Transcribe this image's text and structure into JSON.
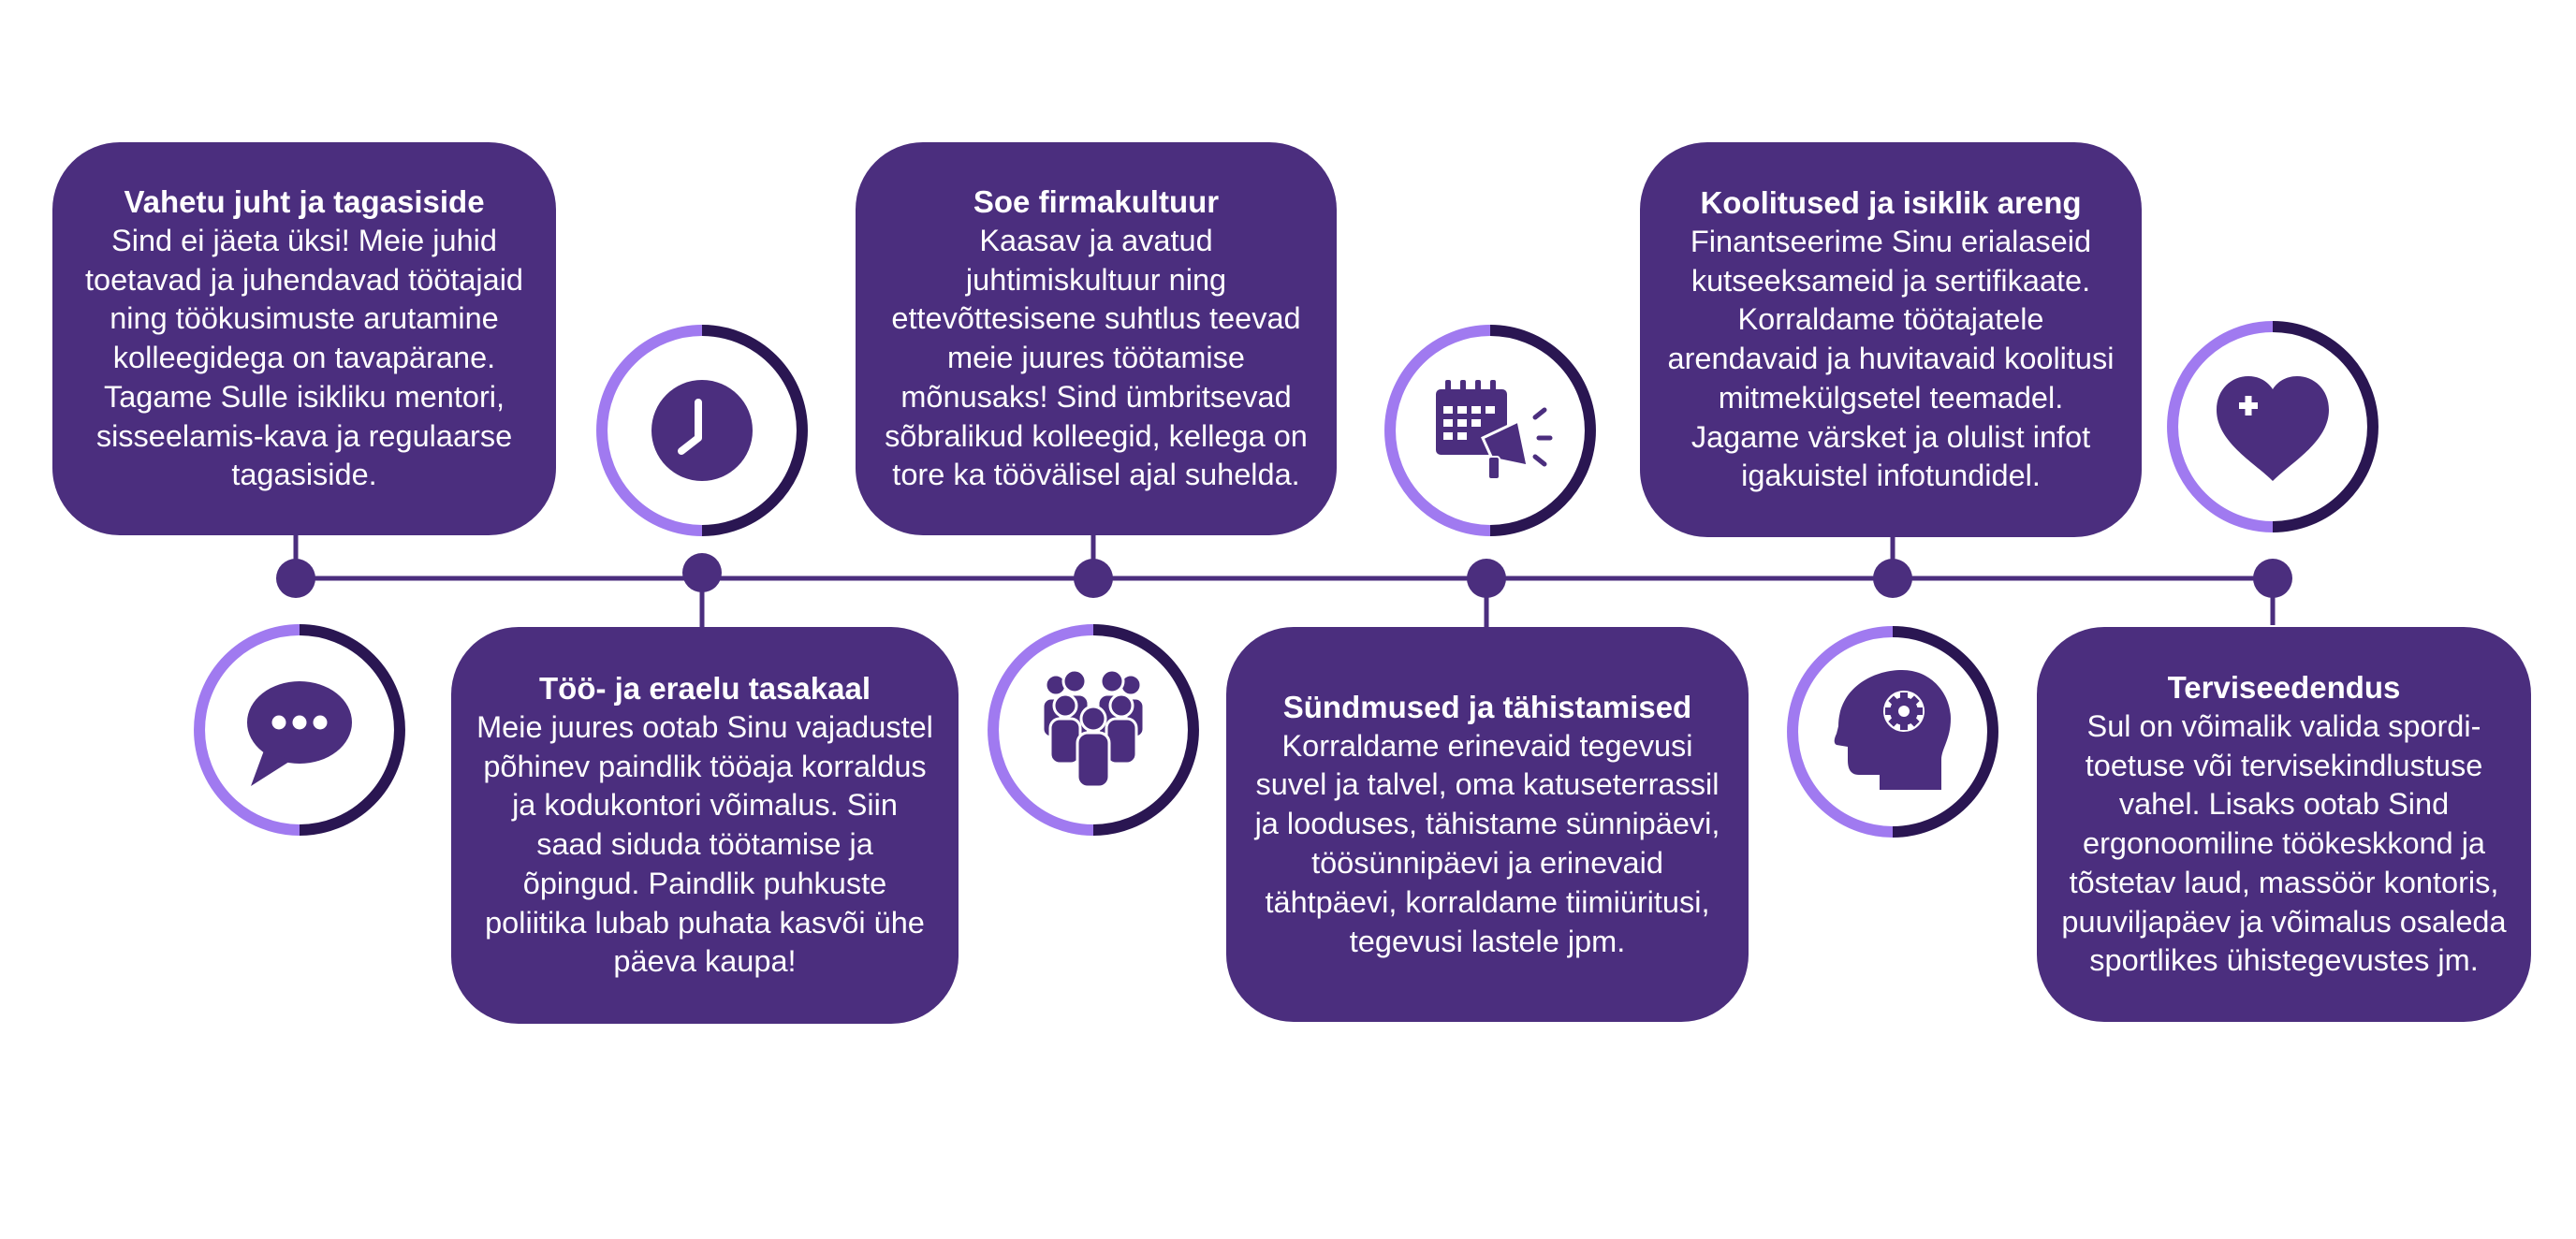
{
  "colors": {
    "primary": "#4b2e7e",
    "dark": "#2a1652",
    "accent": "#a07af0",
    "icon_fill": "#4b2e7e"
  },
  "items": [
    {
      "title": "Vahetu juht ja tagasiside",
      "text": "Sind ei jäeta üksi! Meie juhid toetavad ja juhendavad töötajaid ning töökusimuste arutamine kolleegidega on tavapärane. Tagame Sulle isikliku mentori, sisseelamis-kava ja regulaarse tagasiside.",
      "icon": "chat-bubble-icon",
      "card_position": "top"
    },
    {
      "title": "Töö- ja eraelu tasakaal",
      "text": "Meie juures ootab Sinu vajadustel põhinev paindlik tööaja korraldus ja kodukontori võimalus. Siin saad siduda töötamise ja õpingud. Paindlik puhkuste poliitika lubab puhata kasvõi ühe päeva kaupa!",
      "icon": "clock-icon",
      "card_position": "bottom"
    },
    {
      "title": "Soe firmakultuur",
      "text": "Kaasav ja avatud juhtimiskultuur ning ettevõttesisene suhtlus teevad meie juures töötamise mõnusaks! Sind ümbritsevad sõbralikud kolleegid, kellega on tore ka töövälisel ajal suhelda.",
      "icon": "team-icon",
      "card_position": "top"
    },
    {
      "title": "Sündmused ja tähistamised",
      "text": "Korraldame erinevaid tegevusi suvel ja talvel, oma katuseterrassil ja looduses, tähistame sünnipäevi, töösünnipäevi ja erinevaid tähtpäevi, korraldame tiimiüritusi, tegevusi lastele jpm.",
      "icon": "calendar-megaphone-icon",
      "card_position": "bottom"
    },
    {
      "title": "Koolitused ja isiklik areng",
      "text": "Finantseerime Sinu erialaseid kutseeksameid ja sertifikaate. Korraldame töötajatele arendavaid ja huvitavaid koolitusi mitmekülgsetel teemadel. Jagame värsket ja olulist infot igakuistel infotundidel.",
      "icon": "head-gear-icon",
      "card_position": "top"
    },
    {
      "title": "Terviseedendus",
      "text": "Sul on võimalik valida spordi-toetuse või tervisekindlustuse vahel. Lisaks ootab Sind ergonoomiline töökeskkond ja tõstetav laud, massöör kontoris, puuviljapäev ja võimalus osaleda sportlikes ühistegevustes jm.",
      "icon": "heart-plus-icon",
      "card_position": "bottom"
    }
  ]
}
